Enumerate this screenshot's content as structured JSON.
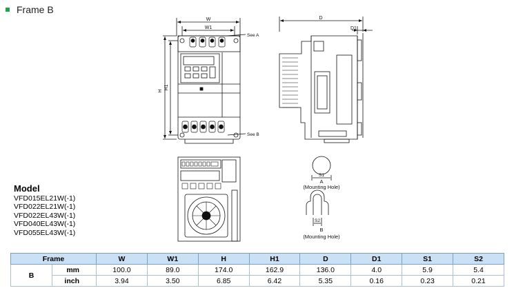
{
  "header": {
    "title": "Frame B"
  },
  "drawing": {
    "front_labels": {
      "w": "W",
      "w1": "W1",
      "h": "H",
      "h1": "H1",
      "see_a": "See A",
      "see_b": "See B"
    },
    "side_labels": {
      "d": "D",
      "d1": "D1"
    },
    "hole_a": {
      "dim": "S1",
      "letter": "A",
      "caption": "(Mounting Hole)"
    },
    "hole_b": {
      "dim": "S2",
      "letter": "B",
      "caption": "(Mounting Hole)"
    }
  },
  "models": {
    "title": "Model",
    "items": [
      "VFD015EL21W(-1)",
      "VFD022EL21W(-1)",
      "VFD022EL43W(-1)",
      "VFD040EL43W(-1)",
      "VFD055EL43W(-1)"
    ]
  },
  "table": {
    "frame_header": "Frame",
    "columns": [
      "W",
      "W1",
      "H",
      "H1",
      "D",
      "D1",
      "S1",
      "S2"
    ],
    "frame": "B",
    "rows": [
      {
        "unit": "mm",
        "values": [
          "100.0",
          "89.0",
          "174.0",
          "162.9",
          "136.0",
          "4.0",
          "5.9",
          "5.4"
        ]
      },
      {
        "unit": "inch",
        "values": [
          "3.94",
          "3.50",
          "6.85",
          "6.42",
          "5.35",
          "0.16",
          "0.23",
          "0.21"
        ]
      }
    ]
  }
}
